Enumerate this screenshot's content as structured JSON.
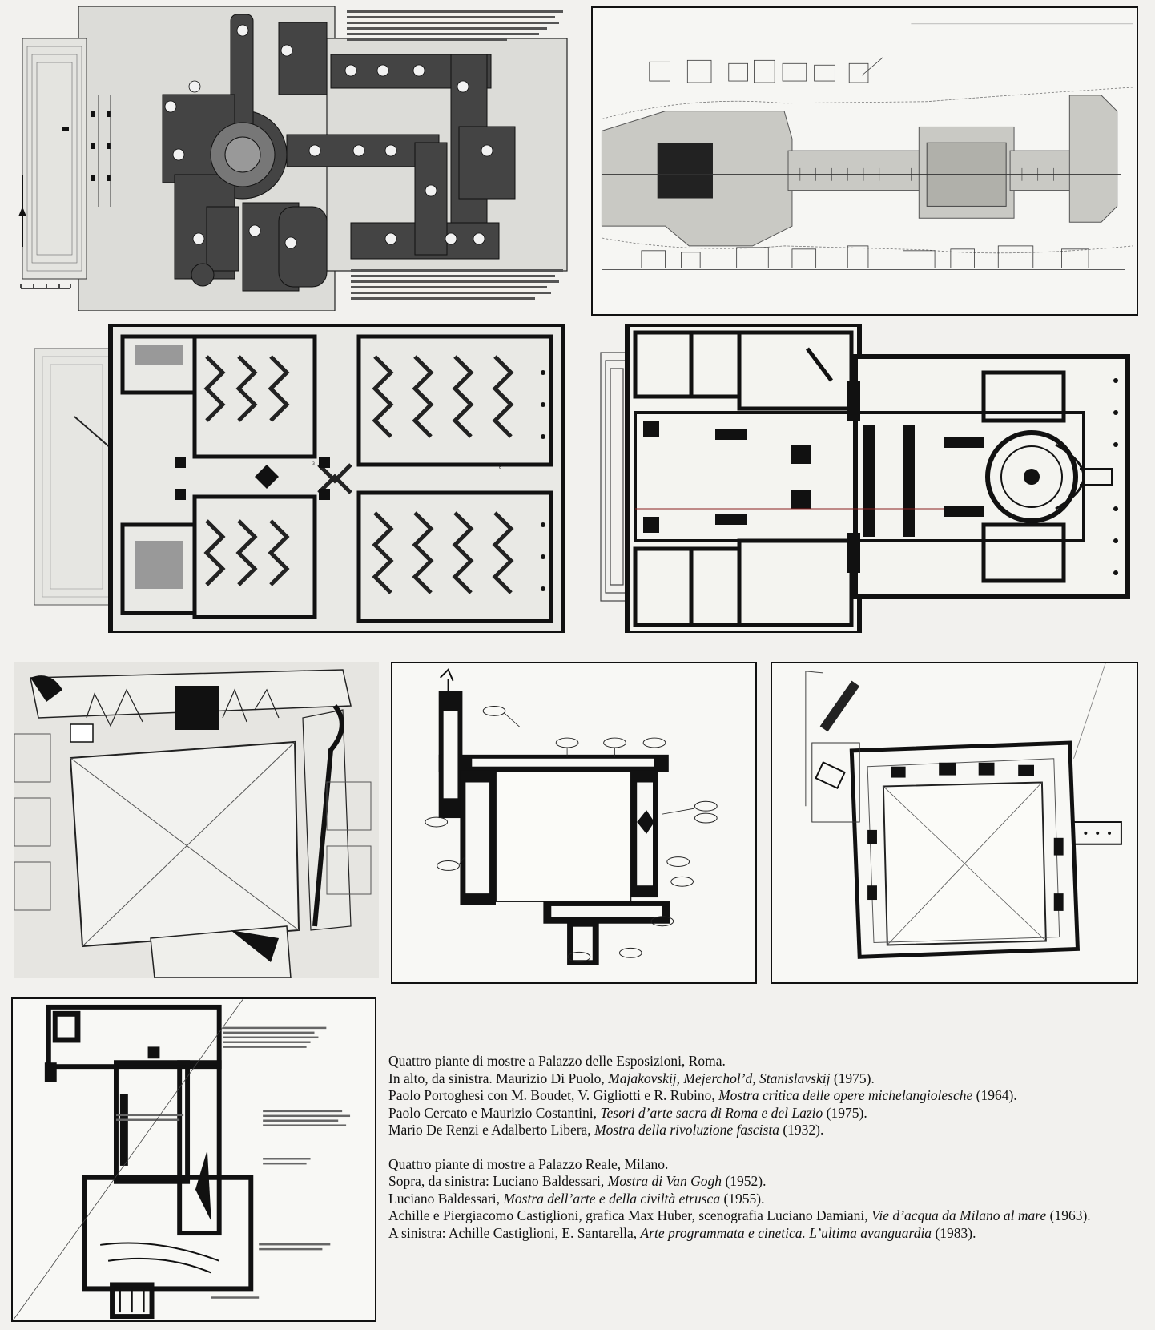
{
  "captions": {
    "roma": {
      "heading": "Quattro piante di mostre a Palazzo delle Esposizioni, Roma.",
      "items": [
        {
          "pre": "In alto, da sinistra. Maurizio Di Puolo, ",
          "title": "Majakovskij, Mejerchol’d, Stanislavskij",
          "post": " (1975)."
        },
        {
          "pre": "Paolo Portoghesi con M. Boudet, V. Gigliotti e R. Rubino, ",
          "title": "Mostra critica delle opere michelangiolesche",
          "post": " (1964)."
        },
        {
          "pre": "Paolo Cercato e Maurizio Costantini, ",
          "title": "Tesori d’arte sacra di Roma e del Lazio",
          "post": " (1975)."
        },
        {
          "pre": "Mario De Renzi e Adalberto Libera, ",
          "title": "Mostra della rivoluzione fascista",
          "post": " (1932)."
        }
      ]
    },
    "milano": {
      "heading": "Quattro piante di mostre a Palazzo Reale, Milano.",
      "items": [
        {
          "pre": "Sopra, da sinistra: Luciano Baldessari, ",
          "title": "Mostra di Van Gogh",
          "post": " (1952)."
        },
        {
          "pre": "Luciano Baldessari, ",
          "title": "Mostra dell’arte e della civiltà etrusca",
          "post": " (1955)."
        },
        {
          "pre": "Achille e Piergiacomo Castiglioni, grafica Max Huber, scenografia Luciano Damiani, ",
          "title": "Vie d’acqua da Milano al mare",
          "post": " (1963)."
        },
        {
          "pre": "A sinistra: Achille Castiglioni, E. Santarella, ",
          "title": "Arte programmata e cinetica. L’ultima avanguardia",
          "post": " (1983)."
        }
      ]
    }
  },
  "colors": {
    "paper": "#f2f1ee",
    "ink": "#111111",
    "wall_gray": "#555555",
    "light_gray": "#d6d6d2"
  }
}
